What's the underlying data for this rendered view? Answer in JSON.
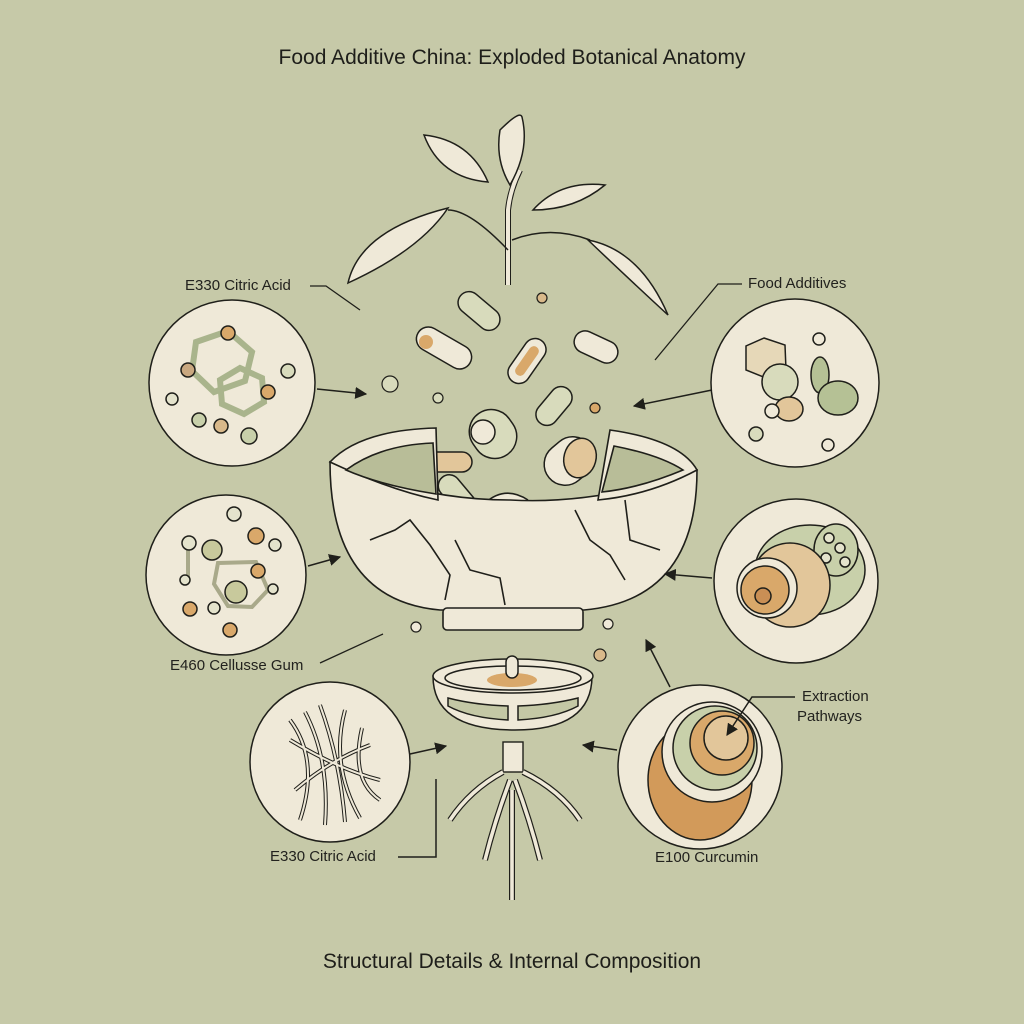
{
  "title": "Food Additive China: Exploded Botanical Anatomy",
  "footer": "Structural Details & Internal Composition",
  "labels": {
    "top_left": "E330 Citric Acid",
    "top_right": "Food Additives",
    "mid_left": "E460 Cellusse Gum",
    "bottom_left": "E330 Citric Acid",
    "bottom_right": "E100 Curcumin",
    "extraction_line1": "Extraction",
    "extraction_line2": "Pathways"
  },
  "colors": {
    "background": "#c6c9a8",
    "cream": "#efe9d8",
    "outline": "#1f1f1a",
    "sage": "#b9c29c",
    "amber": "#d9a86a"
  },
  "elements": [
    "plant-sprout",
    "capsules",
    "cracked-bowl",
    "seed-cross-section",
    "roots",
    "molecule-circle-top-left",
    "molecule-circle-top-right",
    "molecule-circle-mid-left",
    "cell-circle-mid-right",
    "fiber-circle-bottom-left",
    "curcumin-circle-bottom-right"
  ]
}
